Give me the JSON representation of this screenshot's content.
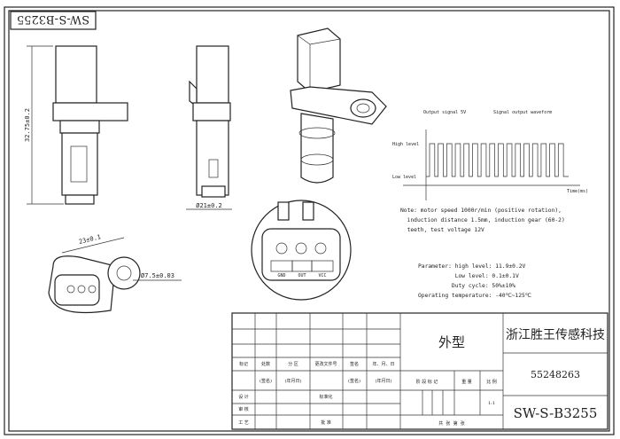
{
  "drawing": {
    "corner_code": "SW-S-B3255",
    "dimensions": {
      "height": "32.75±0.2",
      "diameter": "Ø21±0.2",
      "hole_spacing": "23±0.1",
      "hole_diameter": "Ø7.5±0.03"
    },
    "pins": [
      "GND",
      "OUT",
      "VCC"
    ]
  },
  "waveform": {
    "title_left": "Output signal 5V",
    "title_right": "Signal output waveform",
    "high_label": "High level",
    "low_label": "Low level",
    "x_label": "Time(ms)",
    "pulse_count": 16
  },
  "note": [
    "Note: motor speed 1000r/min (positive rotation),",
    "  induction distance 1.5mm, induction gear (60-2)",
    "  teeth, test voltage 12V"
  ],
  "parameters": [
    "Parameter: high level: 11.9±0.2V",
    "           Low level: 0.1±0.1V",
    "          Duty cycle: 50%±10%",
    "Operating temperature: -40℃~125℃"
  ],
  "title_block": {
    "header": [
      "标记",
      "处数",
      "分 区",
      "更改文件号",
      "签名",
      "年、月、日"
    ],
    "sign_row": [
      "(签名)",
      "(年月日)",
      "(签名)",
      "(年月日)"
    ],
    "roles": [
      "设 计",
      "审 核",
      "工 艺"
    ],
    "roles2": [
      "标准化",
      "批 准"
    ],
    "name": "外型",
    "stage_headers": [
      "阶 段 标 记",
      "重 量",
      "比 例"
    ],
    "scale": "1:1",
    "sheet": "共  张  第  张",
    "company": "浙江胜王传感科技",
    "part_number": "55248263",
    "drawing_number": "SW-S-B3255"
  }
}
